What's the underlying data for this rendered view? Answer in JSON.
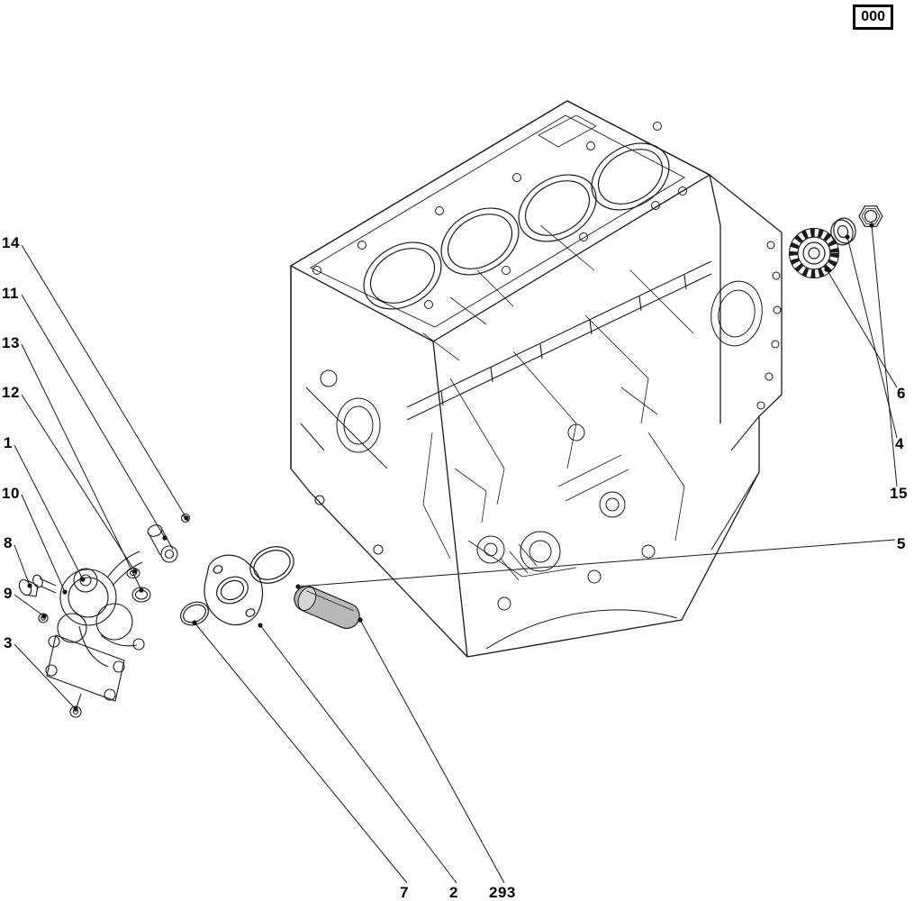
{
  "figure": {
    "ref_label": "000",
    "line_color": "#1a1a1a",
    "background": "#ffffff",
    "description_parts": {
      "pin_fill": "#b8b8b8",
      "pin_highlight": "#d6d6d6"
    }
  },
  "callouts": {
    "left": [
      {
        "label": "14"
      },
      {
        "label": "11"
      },
      {
        "label": "13"
      },
      {
        "label": "12"
      },
      {
        "label": "1"
      },
      {
        "label": "10"
      },
      {
        "label": "8"
      },
      {
        "label": "9"
      },
      {
        "label": "3"
      }
    ],
    "right": [
      {
        "label": "6"
      },
      {
        "label": "4"
      },
      {
        "label": "15"
      },
      {
        "label": "5"
      }
    ],
    "bottom": [
      {
        "label": "7"
      },
      {
        "label": "2"
      },
      {
        "label": "293"
      }
    ]
  }
}
